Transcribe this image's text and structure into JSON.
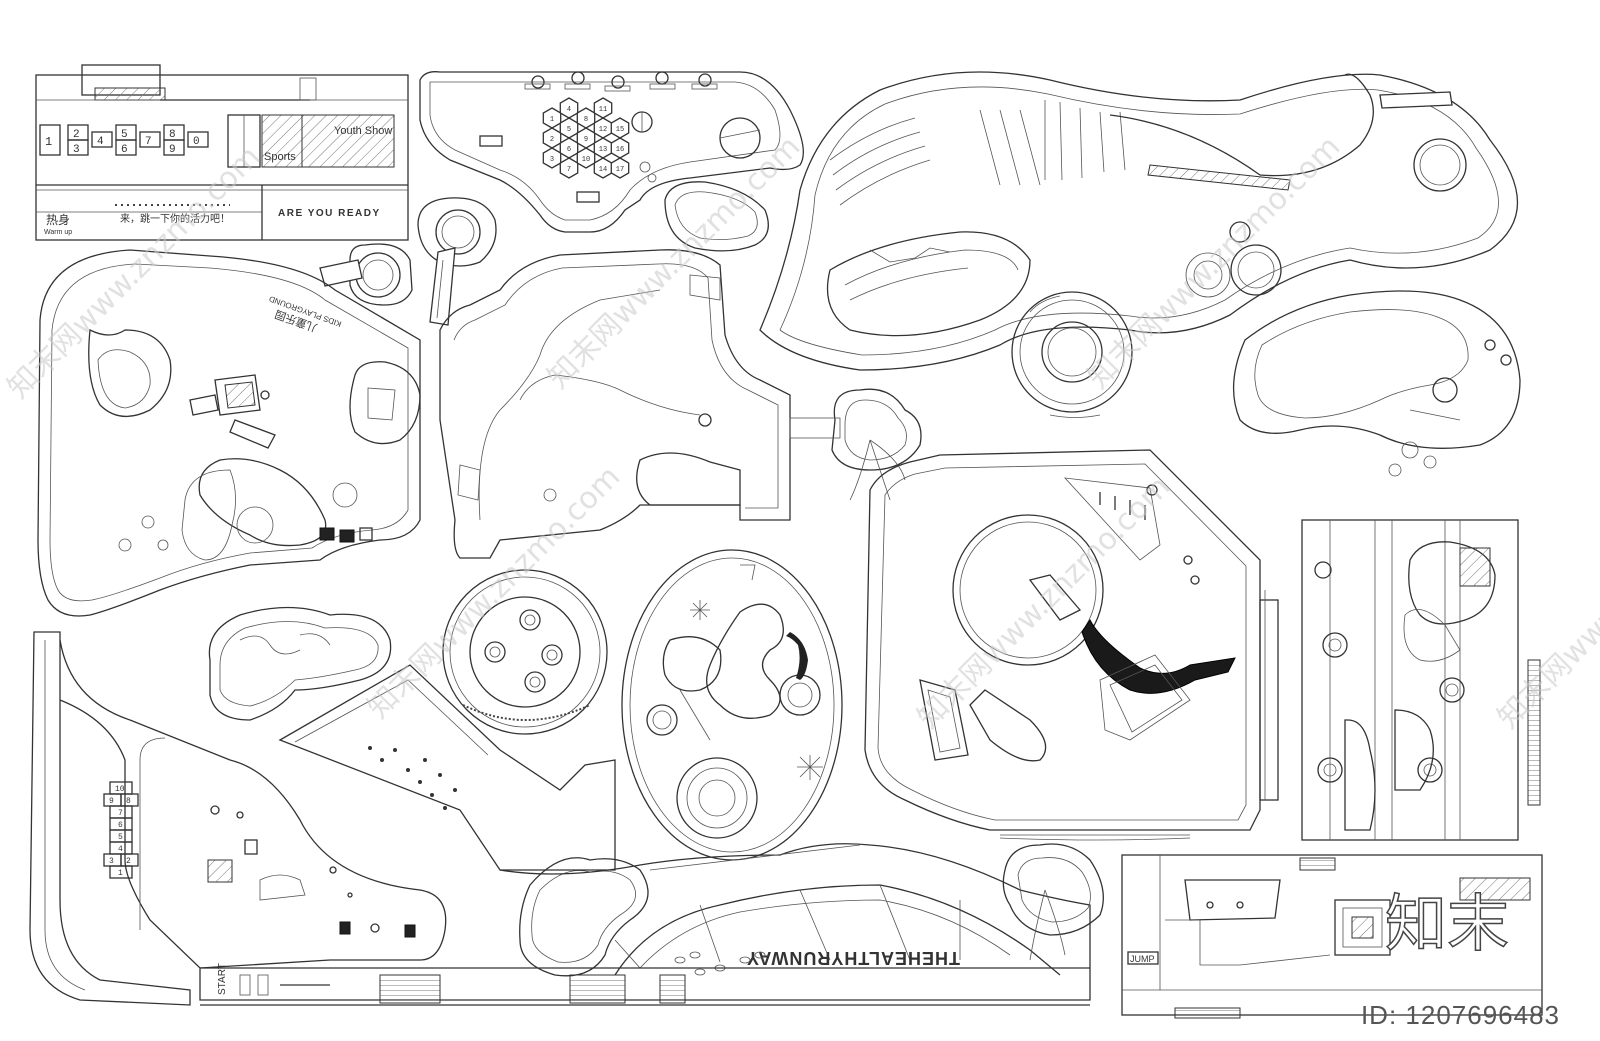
{
  "labels": {
    "hopscotch_top": [
      "1",
      "2",
      "3",
      "4",
      "5",
      "6",
      "7",
      "8",
      "9",
      "0"
    ],
    "sports": "Sports",
    "youth_show": "Youth Show",
    "warm_up_cn": "热身",
    "warm_up_en": "Warm up",
    "slogan_cn": "来，跳一下你的活力吧！",
    "are_you_ready": "ARE YOU READY",
    "kids_playground_cn": "儿童乐园",
    "kids_playground_en": "KIDS PLAYGROUND",
    "hexagon_numbers": [
      "1",
      "2",
      "3",
      "4",
      "5",
      "6",
      "7",
      "8",
      "9",
      "10",
      "11",
      "12",
      "13",
      "14",
      "15",
      "16",
      "17"
    ],
    "hopscotch_left": [
      "10",
      "9",
      "8",
      "7",
      "6",
      "5",
      "4",
      "3",
      "2",
      "1"
    ],
    "start": "START",
    "runway": "THEHEALTHYRUNWAY",
    "jump": "JUMP",
    "watermark_logo": "知末",
    "watermark_id": "ID: 1207696483",
    "watermark_text": "知末网www.znzmo.com"
  }
}
